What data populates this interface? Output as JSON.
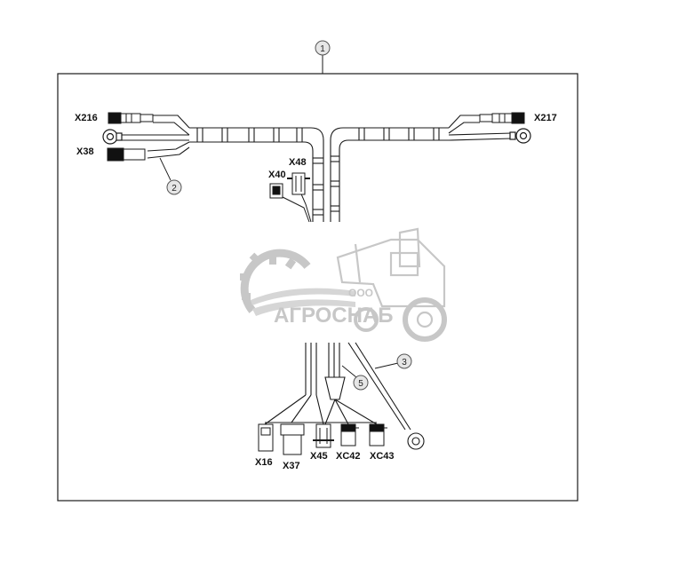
{
  "callouts": {
    "c1": "1",
    "c2": "2",
    "c3": "3",
    "c5": "5"
  },
  "connectors": {
    "x216": "X216",
    "x217": "X217",
    "x38": "X38",
    "x40": "X40",
    "x48": "X48",
    "x16": "X16",
    "x37": "X37",
    "x45": "X45",
    "xc42": "XC42",
    "xc43": "XC43"
  },
  "watermark": {
    "small": "ООО",
    "brand": "АГРОСНАБ"
  },
  "colors": {
    "line": "#1a1a1a",
    "watermark": "#9a9a9a",
    "callout_fill": "#e6e6e6"
  }
}
